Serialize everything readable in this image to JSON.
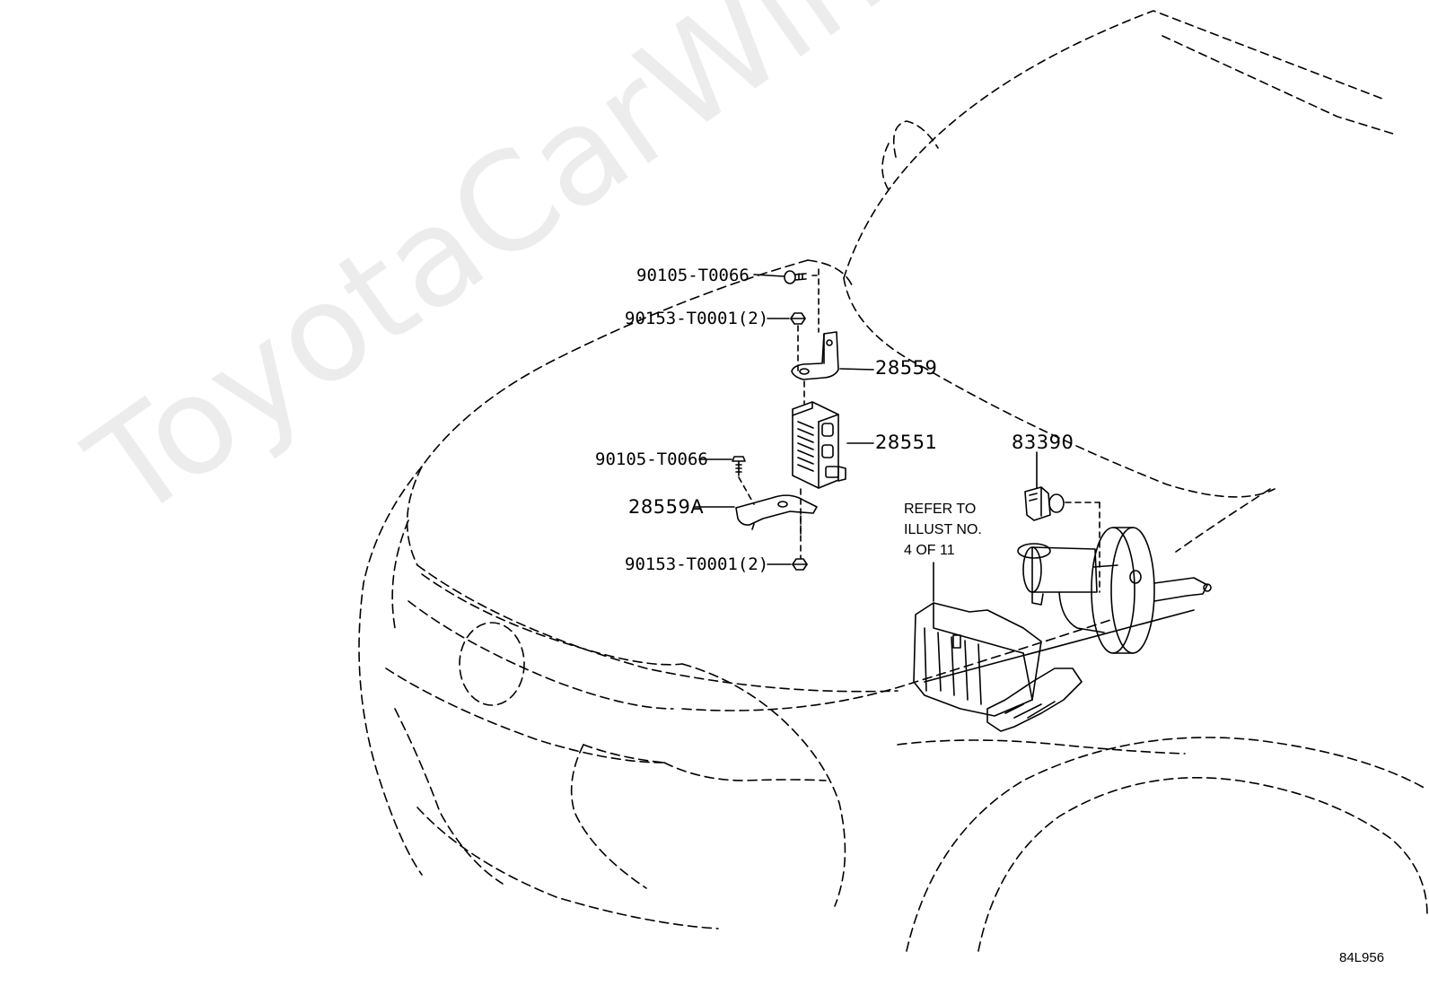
{
  "watermark": "ToyotaCarWine.ru",
  "parts": {
    "bolt_top": "90105-T0066",
    "nut_top": "90153-T0001(2)",
    "bracket_upper": "28559",
    "relay_module": "28551",
    "sensor": "83390",
    "bolt_lower": "90105-T0066",
    "bracket_lower": "28559A",
    "nut_lower": "90153-T0001(2)"
  },
  "refer_note": {
    "line1": "REFER TO",
    "line2": "ILLUST NO.",
    "line3": "4 OF 11"
  },
  "illustration_id": "84L956"
}
